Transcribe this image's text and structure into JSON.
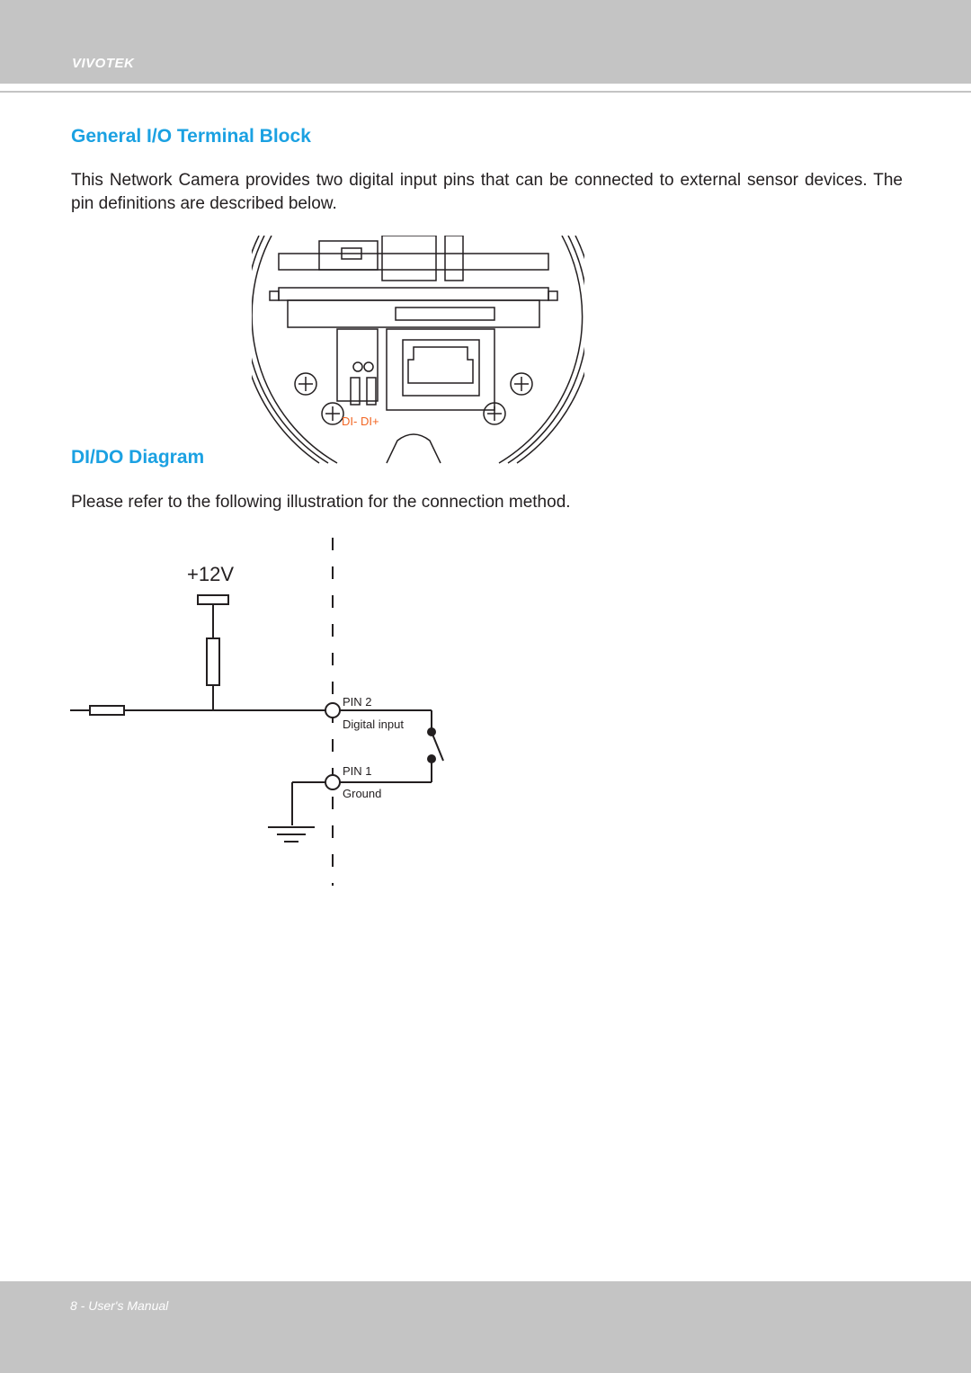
{
  "header": {
    "brand": "VIVOTEK"
  },
  "section1": {
    "heading": "General I/O Terminal Block",
    "paragraph": "This Network Camera provides two digital input pins that can be connected to external sensor devices. The pin definitions are described below."
  },
  "photo": {
    "terminal_label": "DI- DI+"
  },
  "section2": {
    "heading": "DI/DO Diagram",
    "paragraph": "Please refer to the following illustration for the connection method."
  },
  "circuit": {
    "voltage": "+12V",
    "pin2_label": "PIN 2",
    "pin2_desc": "Digital input",
    "pin1_label": "PIN 1",
    "pin1_desc": "Ground"
  },
  "footer": {
    "page": "8 - User's Manual"
  },
  "colors": {
    "accent": "#1ba1e2",
    "terminal_label": "#f26522",
    "bar": "#c4c4c4"
  }
}
